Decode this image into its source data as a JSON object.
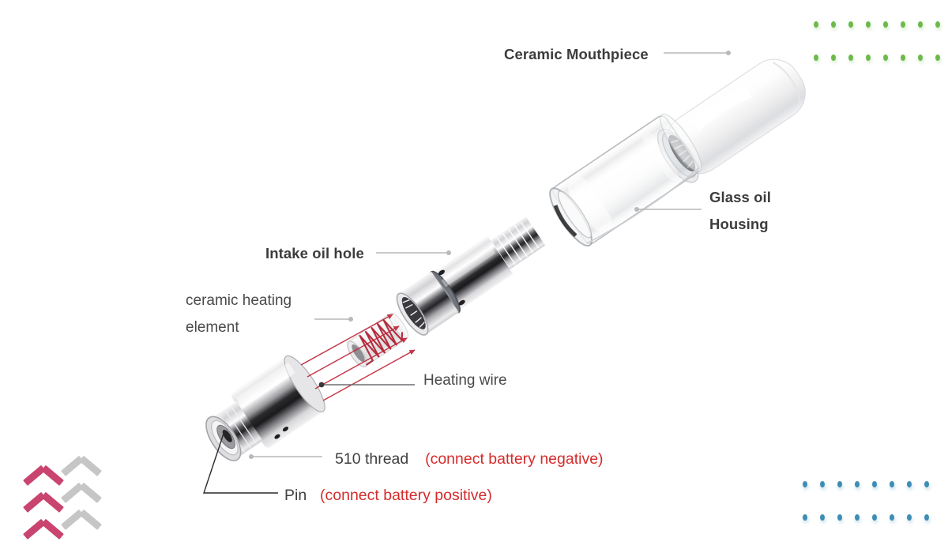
{
  "diagram": {
    "title": "Vape Cartridge Exploded View",
    "background": "#ffffff",
    "accent_red": "#d52b2b",
    "accent_green": "#6cba4a",
    "accent_blue": "#3e8db5",
    "accent_pink": "#c9446f",
    "accent_gray": "#c6c6c6"
  },
  "labels": {
    "mouthpiece": "Ceramic Mouthpiece",
    "glass_line1": "Glass oil",
    "glass_line2": "Housing",
    "intake": "Intake oil hole",
    "ceramic_line1": "ceramic heating",
    "ceramic_line2": "element",
    "heating_wire": "Heating wire",
    "thread": "510 thread",
    "thread_note": "(connect battery negative)",
    "pin": "Pin",
    "pin_note": "(connect battery positive)"
  },
  "components": [
    {
      "name": "ceramic-mouthpiece",
      "material": "white ceramic"
    },
    {
      "name": "glass-oil-housing",
      "material": "transparent glass"
    },
    {
      "name": "metal-stem-assembly",
      "material": "chrome"
    },
    {
      "name": "ceramic-heating-element",
      "material": "white ceramic with red coil"
    },
    {
      "name": "base-510-thread",
      "material": "chrome"
    }
  ],
  "decor": {
    "green_dots_rows": 2,
    "green_dots_per_row": 8,
    "blue_dots_rows": 2,
    "blue_dots_per_row": 8,
    "chevrons_per_column": 3
  }
}
